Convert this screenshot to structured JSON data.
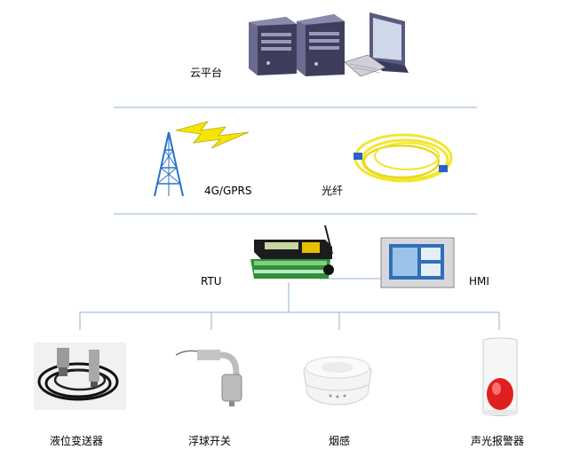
{
  "labels": {
    "cloud": "云平台",
    "gprs": "4G/GPRS",
    "fiber": "光纤",
    "rtu": "RTU",
    "hmi": "HMI",
    "level_transmitter": "液位变送器",
    "float_switch": "浮球开关",
    "smoke": "烟感",
    "alarm": "声光报警器"
  },
  "colors": {
    "line": "#8fb3d3",
    "server_dark": "#4a4a6a",
    "fiber": "#f2e62e",
    "rtu_green": "#2f8f3c",
    "alarm_red": "#e02020",
    "lightning": "#f5e400"
  }
}
